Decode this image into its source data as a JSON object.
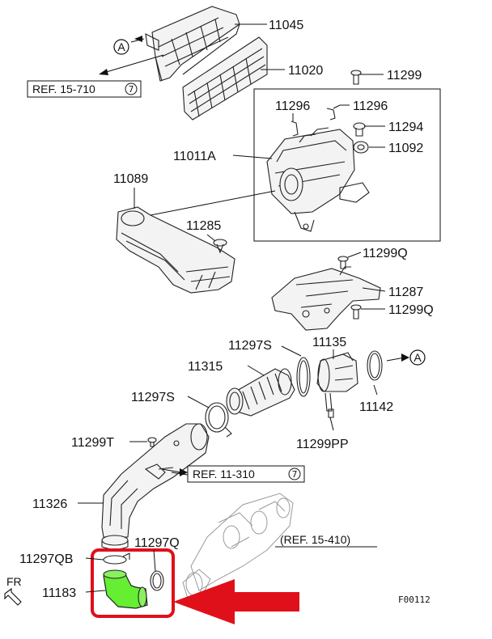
{
  "diagram": {
    "parts": {
      "p11045": "11045",
      "p11020": "11020",
      "p11299": "11299",
      "p11296a": "11296",
      "p11296b": "11296",
      "p11294": "11294",
      "p11092": "11092",
      "p11011a": "11011A",
      "p11089": "11089",
      "p11285": "11285",
      "p11299q_top": "11299Q",
      "p11287": "11287",
      "p11299q_bot": "11299Q",
      "p11297s_a": "11297S",
      "p11135": "11135",
      "p11315": "11315",
      "p11297s_b": "11297S",
      "p11142": "11142",
      "p11299t": "11299T",
      "p11299pp": "11299PP",
      "p11326": "11326",
      "p11297q": "11297Q",
      "p11297qb": "11297QB",
      "p11183": "11183"
    },
    "refs": {
      "ref_top": "REF. 15-710",
      "ref_top_num": "7",
      "ref_mid": "REF. 11-310",
      "ref_mid_num": "7",
      "ref_bottom": "(REF. 15-410)"
    },
    "connectors": {
      "a_top": "A",
      "a_right": "A"
    },
    "front_label": "FR",
    "figure_code": "F00112",
    "colors": {
      "highlight_part": "#66ee33",
      "highlight_box": "#e0101a",
      "highlight_arrow": "#e0101a",
      "line": "#222222"
    }
  }
}
